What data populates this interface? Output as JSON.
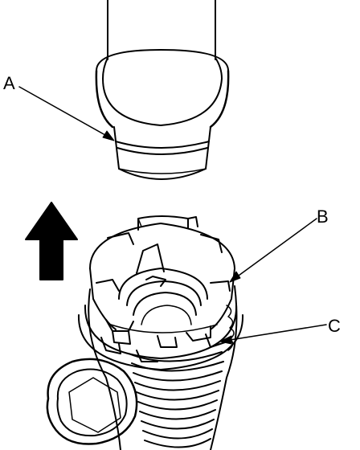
{
  "diagram": {
    "labels": {
      "a": "A",
      "b": "B",
      "c": "C"
    },
    "colors": {
      "ink": "#000000",
      "paper": "#ffffff"
    },
    "icons": {
      "direction": "up-arrow-icon"
    }
  }
}
